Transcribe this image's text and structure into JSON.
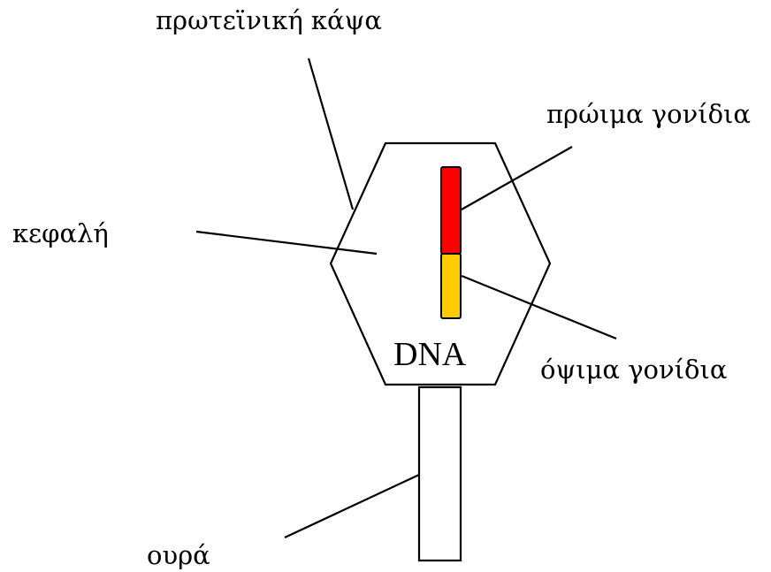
{
  "labels": {
    "protein_capsid": "πρωτεϊνική κάψα",
    "early_genes": "πρώιμα γονίδια",
    "head": "κεφαλή",
    "late_genes": "όψιμα γονίδια",
    "dna": "DNA",
    "tail": "ουρά"
  },
  "colors": {
    "early_genes": "#ff0000",
    "late_genes": "#ffcc00",
    "outline": "#000000",
    "background": "#ffffff"
  }
}
